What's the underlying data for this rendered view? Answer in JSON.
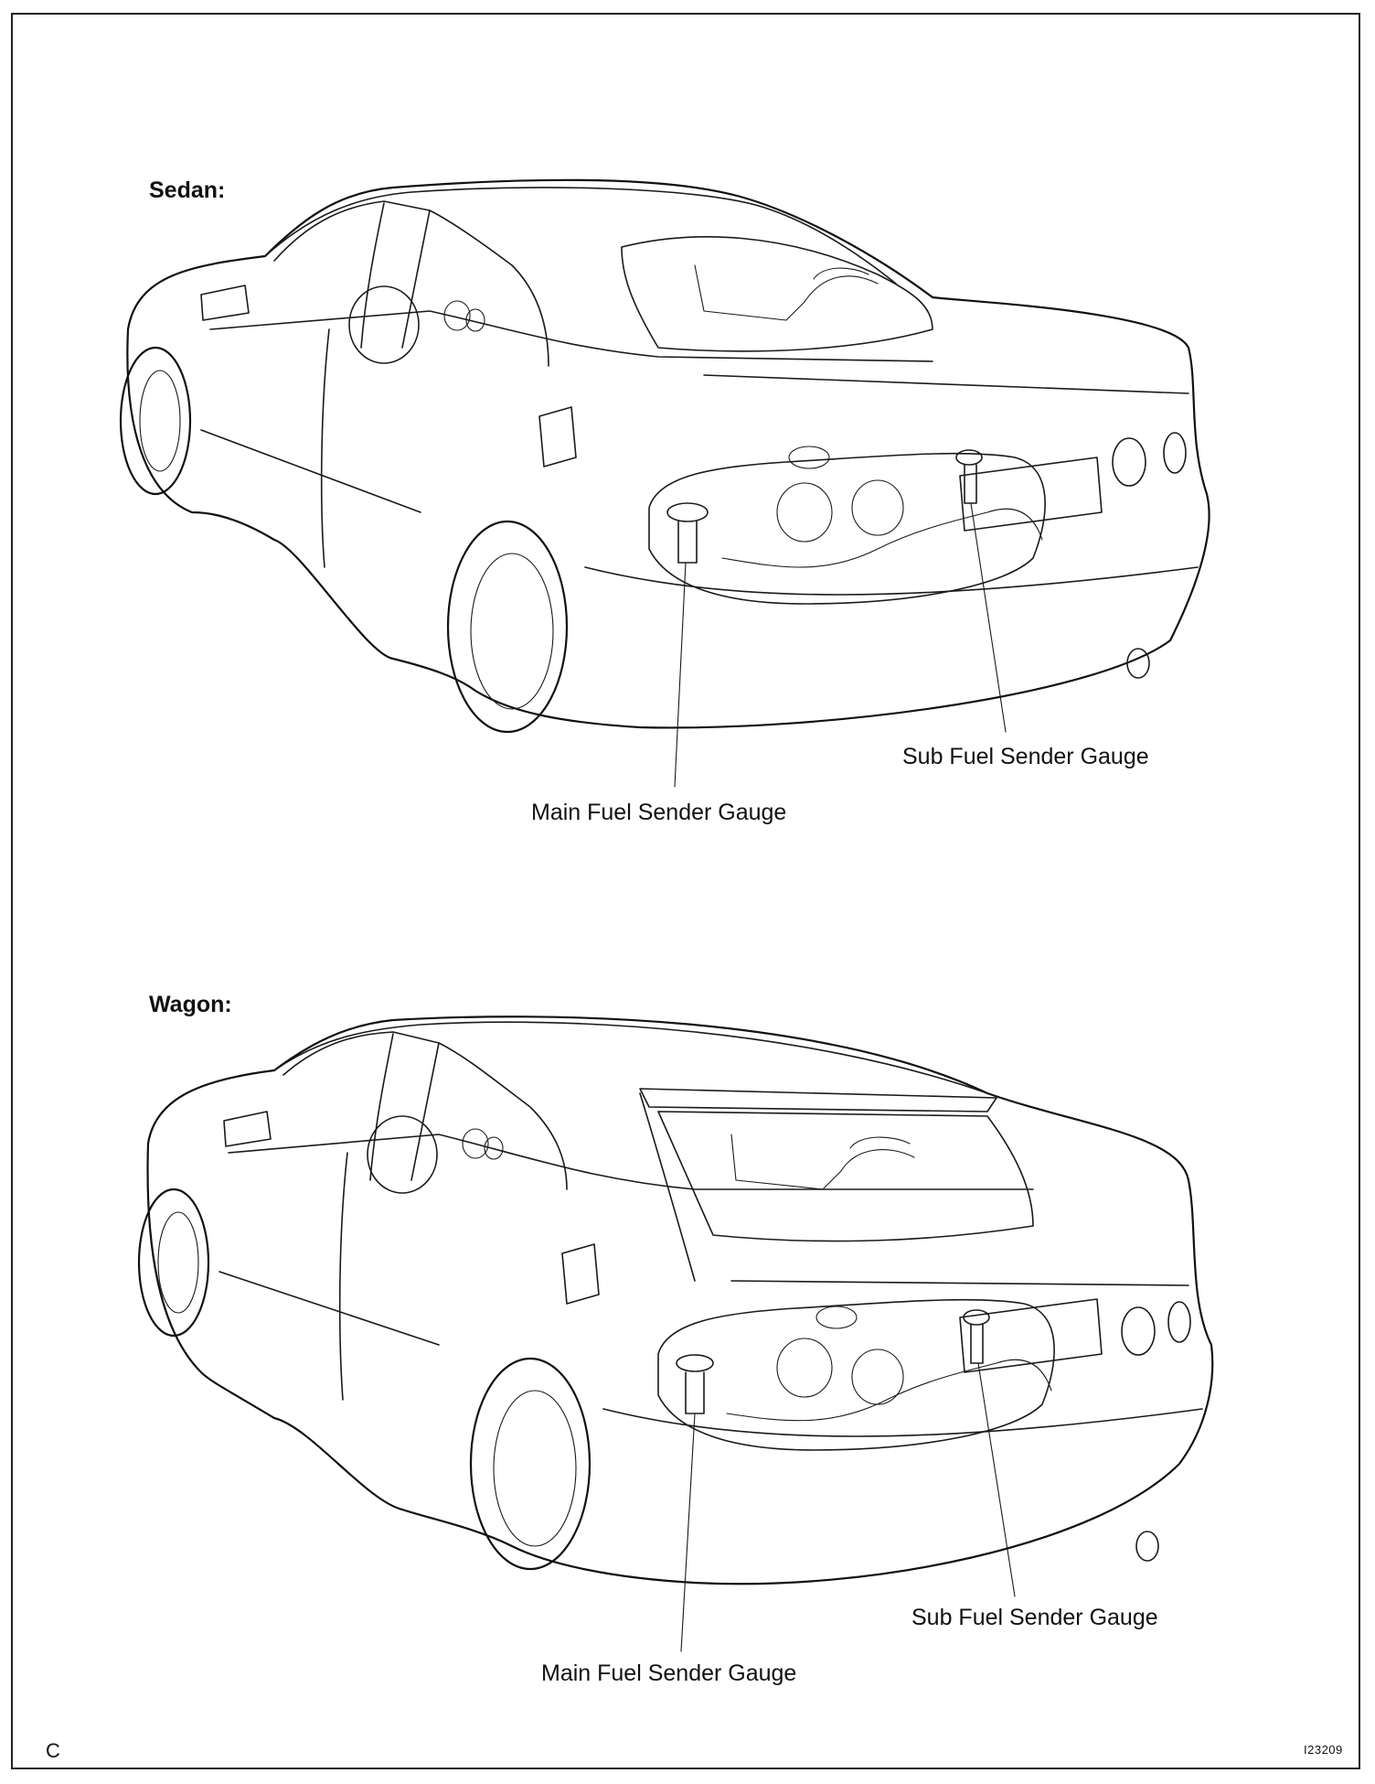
{
  "sections": [
    {
      "label": "Sedan:",
      "callouts": {
        "main": "Main Fuel Sender Gauge",
        "sub": "Sub Fuel Sender Gauge"
      }
    },
    {
      "label": "Wagon:",
      "callouts": {
        "main": "Main Fuel Sender Gauge",
        "sub": "Sub Fuel Sender Gauge"
      }
    }
  ],
  "footer": {
    "corner_code": "C",
    "figure_id": "I23209"
  }
}
